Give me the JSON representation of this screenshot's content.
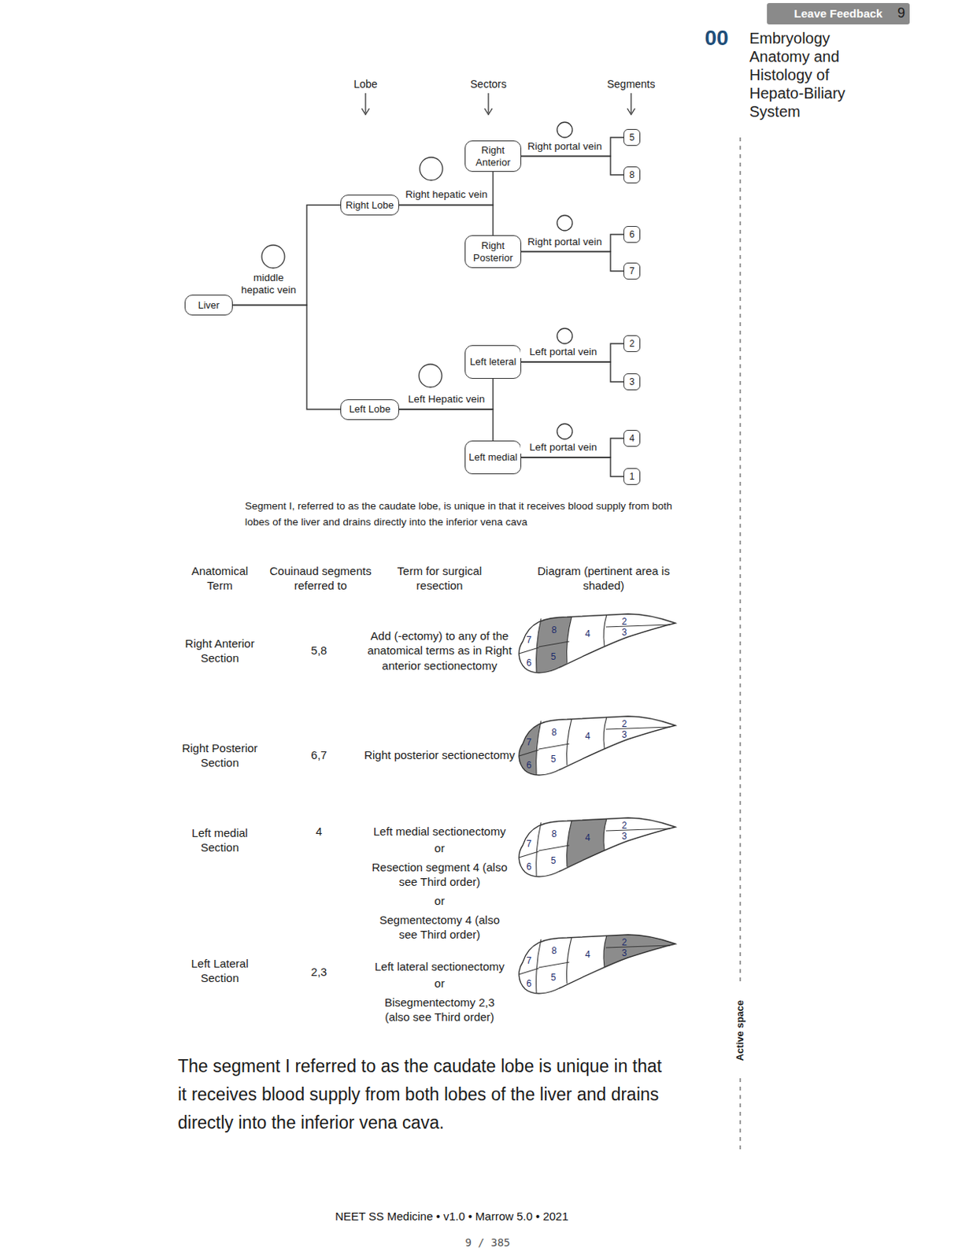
{
  "diagram": {
    "nodes": [
      {
        "text": [
          "Liver"
        ]
      },
      {
        "text": [
          "Right Lobe"
        ]
      },
      {
        "text": [
          "Right Anterior"
        ]
      },
      {
        "text": [
          "Right Posterior"
        ]
      },
      {
        "text": [
          "Left Lobe"
        ]
      },
      {
        "text": [
          "Left leteral"
        ]
      },
      {
        "text": [
          "Left medial"
        ]
      },
      {
        "text": [
          "5"
        ]
      },
      {
        "text": [
          "8"
        ]
      },
      {
        "text": [
          "6"
        ]
      },
      {
        "text": [
          "7"
        ]
      },
      {
        "text": [
          "2"
        ]
      },
      {
        "text": [
          "3"
        ]
      },
      {
        "text": [
          "4"
        ]
      },
      {
        "text": [
          "1"
        ]
      }
    ],
    "edges": [
      {
        "from": 0,
        "to": 1,
        "arrow": "none",
        "label": "middle hepatic vein"
      },
      {
        "from": 0,
        "to": 4,
        "arrow": "none"
      },
      {
        "from": 1,
        "to": 2,
        "arrow": "none",
        "label": "Right hepatic vein"
      },
      {
        "from": 1,
        "to": 3,
        "arrow": "none"
      },
      {
        "from": 2,
        "to": 7,
        "arrow": "none",
        "label": "Right portal vein"
      },
      {
        "from": 2,
        "to": 8,
        "arrow": "none"
      },
      {
        "from": 3,
        "to": 9,
        "arrow": "none",
        "label": "Right portal vein"
      },
      {
        "from": 3,
        "to": 10,
        "arrow": "none"
      },
      {
        "from": 4,
        "to": 5,
        "arrow": "none",
        "label": "Left Hepatic vein"
      },
      {
        "from": 4,
        "to": 6,
        "arrow": "none"
      },
      {
        "from": 5,
        "to": 11,
        "arrow": "none",
        "label": "Left portal vein"
      },
      {
        "from": 5,
        "to": 12,
        "arrow": "none"
      },
      {
        "from": 6,
        "to": 13,
        "arrow": "none",
        "label": "Left portal vein"
      },
      {
        "from": 6,
        "to": 14,
        "arrow": "none"
      }
    ],
    "labels": [
      "00",
      "Embryology Anatomy and Histology of Hepato-Biliary System",
      "Leave Feedback",
      "9",
      "Lobe",
      "Sectors",
      "Segments",
      "Segment I, referred to as the caudate lobe, is unique in that it receives blood supply from both lobes of the liver and drains directly into the inferior vena cava",
      "Anatomical Term",
      "Couinaud segments referred to",
      "Term for surgical resection",
      "Diagram (pertinent area is shaded)",
      "Right Anterior Section",
      "5,8",
      "Add (-ectomy) to any of the anatomical terms as in Right anterior sectionectomy",
      "7",
      "8",
      "4",
      "2",
      "3",
      "6",
      "5",
      "Right Posterior Section",
      "6,7",
      "Right posterior sectionectomy",
      "7",
      "8",
      "4",
      "2",
      "3",
      "6",
      "5",
      "Left medial Section",
      "4",
      "Left medial sectionectomy",
      "or",
      "Resection segment 4 (also see Third order)",
      "or",
      "Segmentectomy 4 (also see Third order)",
      "7",
      "8",
      "4",
      "2",
      "3",
      "6",
      "5",
      "Left Lateral Section",
      "2,3",
      "Left lateral sectionectomy",
      "or",
      "Bisegmentectomy 2,3 (also see Third order)",
      "7",
      "8",
      "4",
      "2",
      "3",
      "6",
      "5",
      "The segment I referred to as the caudate lobe is unique in that it receives blood supply from both lobes of the liver and drains directly into the inferior vena cava.",
      "Active space",
      "NEET SS Medicine • v1.0 • Marrow 5.0 • 2021",
      "9 / 385"
    ]
  }
}
